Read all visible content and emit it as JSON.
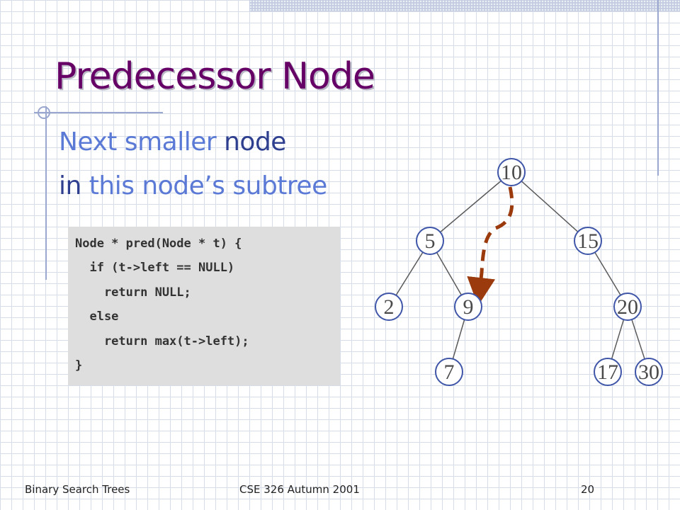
{
  "slide": {
    "title": "Predecessor Node",
    "line1": {
      "highlight": "Next smaller",
      "rest": " node"
    },
    "line2": {
      "prefix": "in ",
      "highlight": "this node’s subtree"
    },
    "code": [
      "Node * pred(Node * t) {",
      "  if (t->left == NULL)",
      "    return NULL;",
      "  else",
      "    return max(t->left);",
      "}"
    ],
    "tree": {
      "nodes": [
        {
          "label": "10"
        },
        {
          "label": "5"
        },
        {
          "label": "15"
        },
        {
          "label": "2"
        },
        {
          "label": "9"
        },
        {
          "label": "20"
        },
        {
          "label": "7"
        },
        {
          "label": "17"
        },
        {
          "label": "30"
        }
      ],
      "edges": [
        [
          "10",
          "5"
        ],
        [
          "10",
          "15"
        ],
        [
          "5",
          "2"
        ],
        [
          "5",
          "9"
        ],
        [
          "15",
          "20"
        ],
        [
          "9",
          "7"
        ],
        [
          "20",
          "17"
        ],
        [
          "20",
          "30"
        ]
      ],
      "highlight_path": {
        "from": "10",
        "to": "9",
        "color": "#9b3a0c"
      }
    }
  },
  "footer": {
    "left": "Binary Search Trees",
    "center": "CSE 326 Autumn 2001",
    "page": "20"
  },
  "colors": {
    "title": "#660066",
    "highlight_text": "#5b7ad6",
    "dark_text": "#2e3f8f",
    "node_stroke": "#3f56a8",
    "dashed_arrow": "#9b3a0c"
  }
}
